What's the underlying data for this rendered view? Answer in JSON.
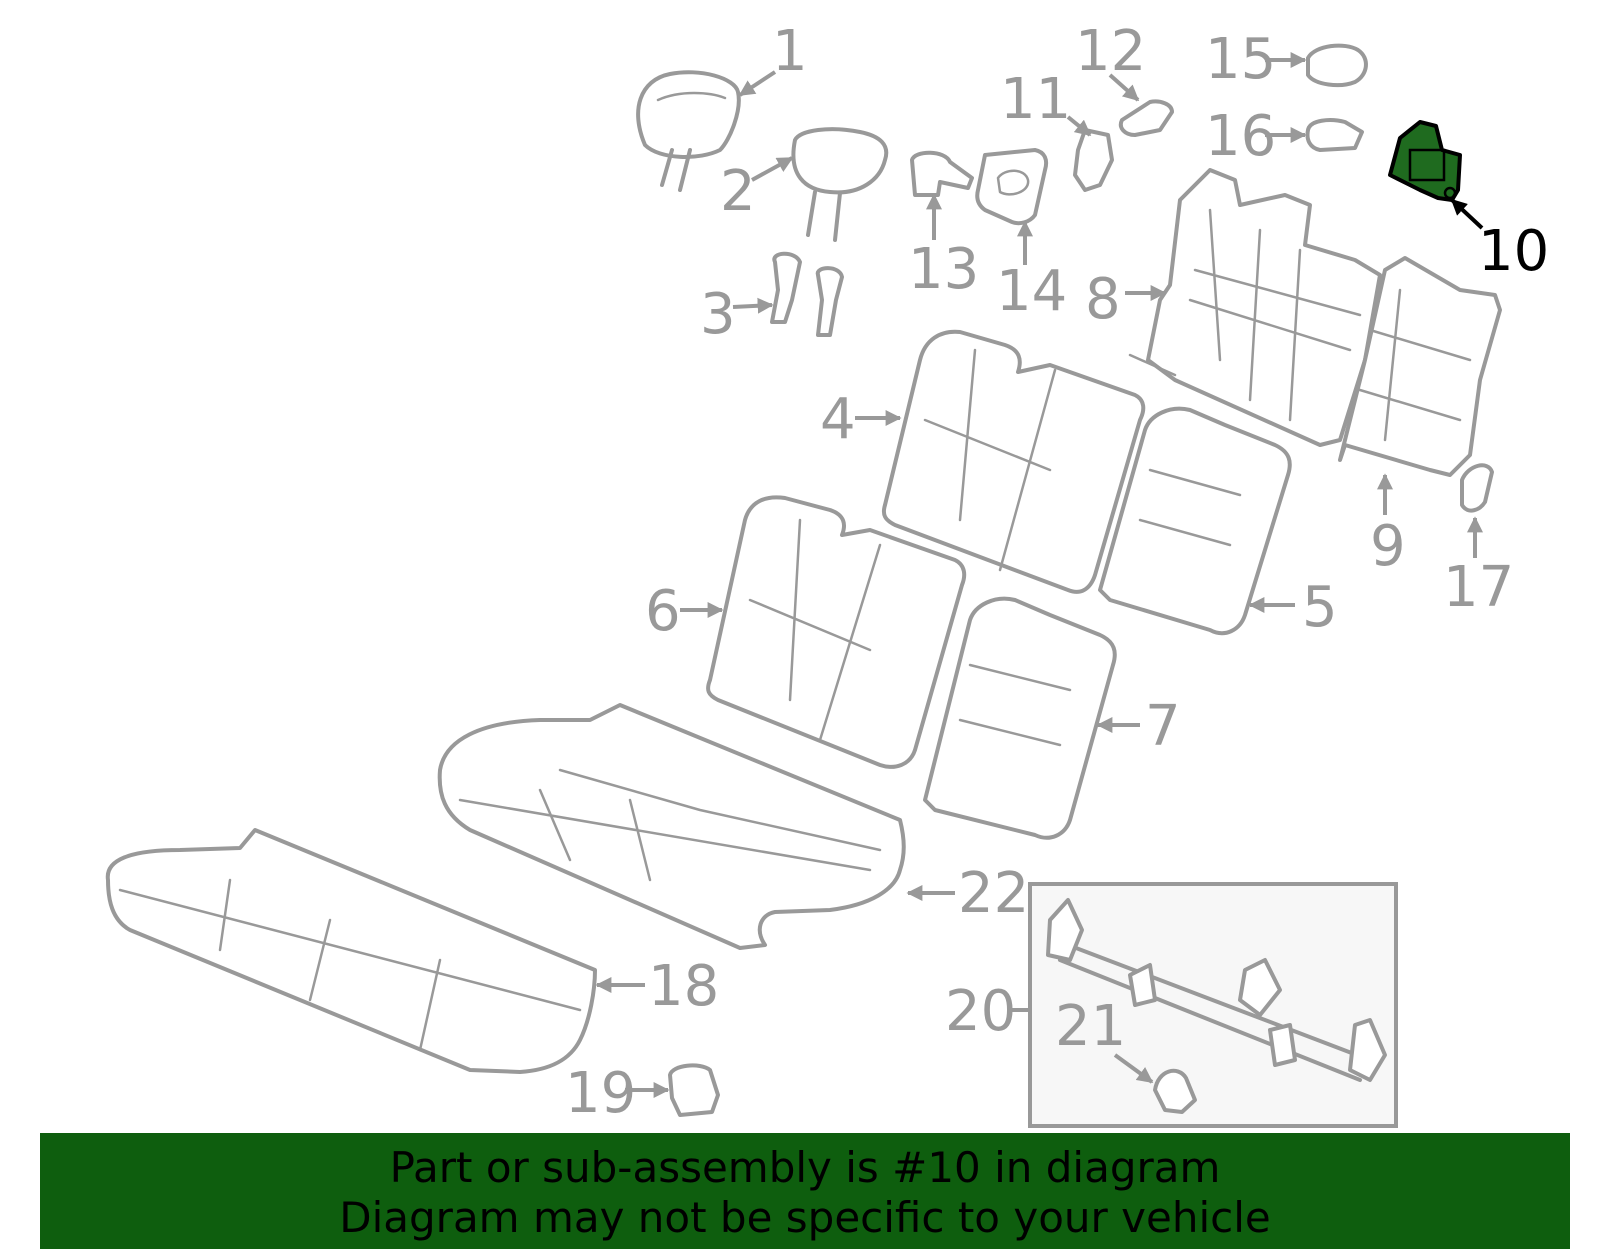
{
  "colors": {
    "line": "#999999",
    "highlight_part": "#1f6b1f",
    "highlight_label": "#000000",
    "banner_bg": "#0e5e0e",
    "banner_text": "#000000"
  },
  "highlighted_part": "10",
  "callouts": {
    "c1": "1",
    "c2": "2",
    "c3": "3",
    "c4": "4",
    "c5": "5",
    "c6": "6",
    "c7": "7",
    "c8": "8",
    "c9": "9",
    "c10": "10",
    "c11": "11",
    "c12": "12",
    "c13": "13",
    "c14": "14",
    "c15": "15",
    "c16": "16",
    "c17": "17",
    "c18": "18",
    "c19": "19",
    "c20": "20",
    "c21": "21",
    "c22": "22"
  },
  "banner": {
    "line1": "Part or sub-assembly is #10 in diagram",
    "line2": "Diagram may not be specific to your vehicle"
  }
}
